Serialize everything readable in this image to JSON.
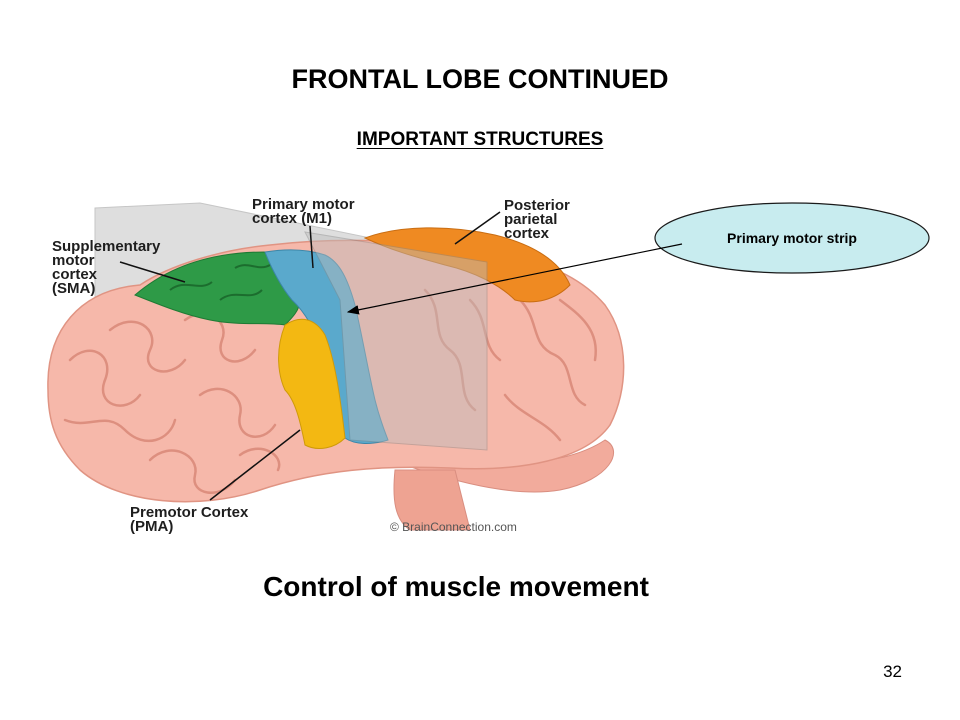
{
  "slide": {
    "title": "FRONTAL LOBE CONTINUED",
    "subtitle": "IMPORTANT STRUCTURES",
    "caption": "Control of muscle movement",
    "page_number": "32"
  },
  "diagram": {
    "labels": {
      "sma_line1": "Supplementary",
      "sma_line2": "motor",
      "sma_line3": "cortex",
      "sma_line4": "(SMA)",
      "m1_line1": "Primary motor",
      "m1_line2": "cortex (M1)",
      "ppc_line1": "Posterior",
      "ppc_line2": "parietal",
      "ppc_line3": "cortex",
      "pma_line1": "Premotor Cortex",
      "pma_line2": "(PMA)"
    },
    "callout": "Primary motor strip",
    "copyright": "© BrainConnection.com",
    "colors": {
      "sma": "#2e9a47",
      "m1": "#5aa9cc",
      "pma": "#f3b812",
      "ppc": "#ef8a22",
      "brain": "#f6b8aa",
      "oval_fill": "#c8ecef"
    }
  }
}
